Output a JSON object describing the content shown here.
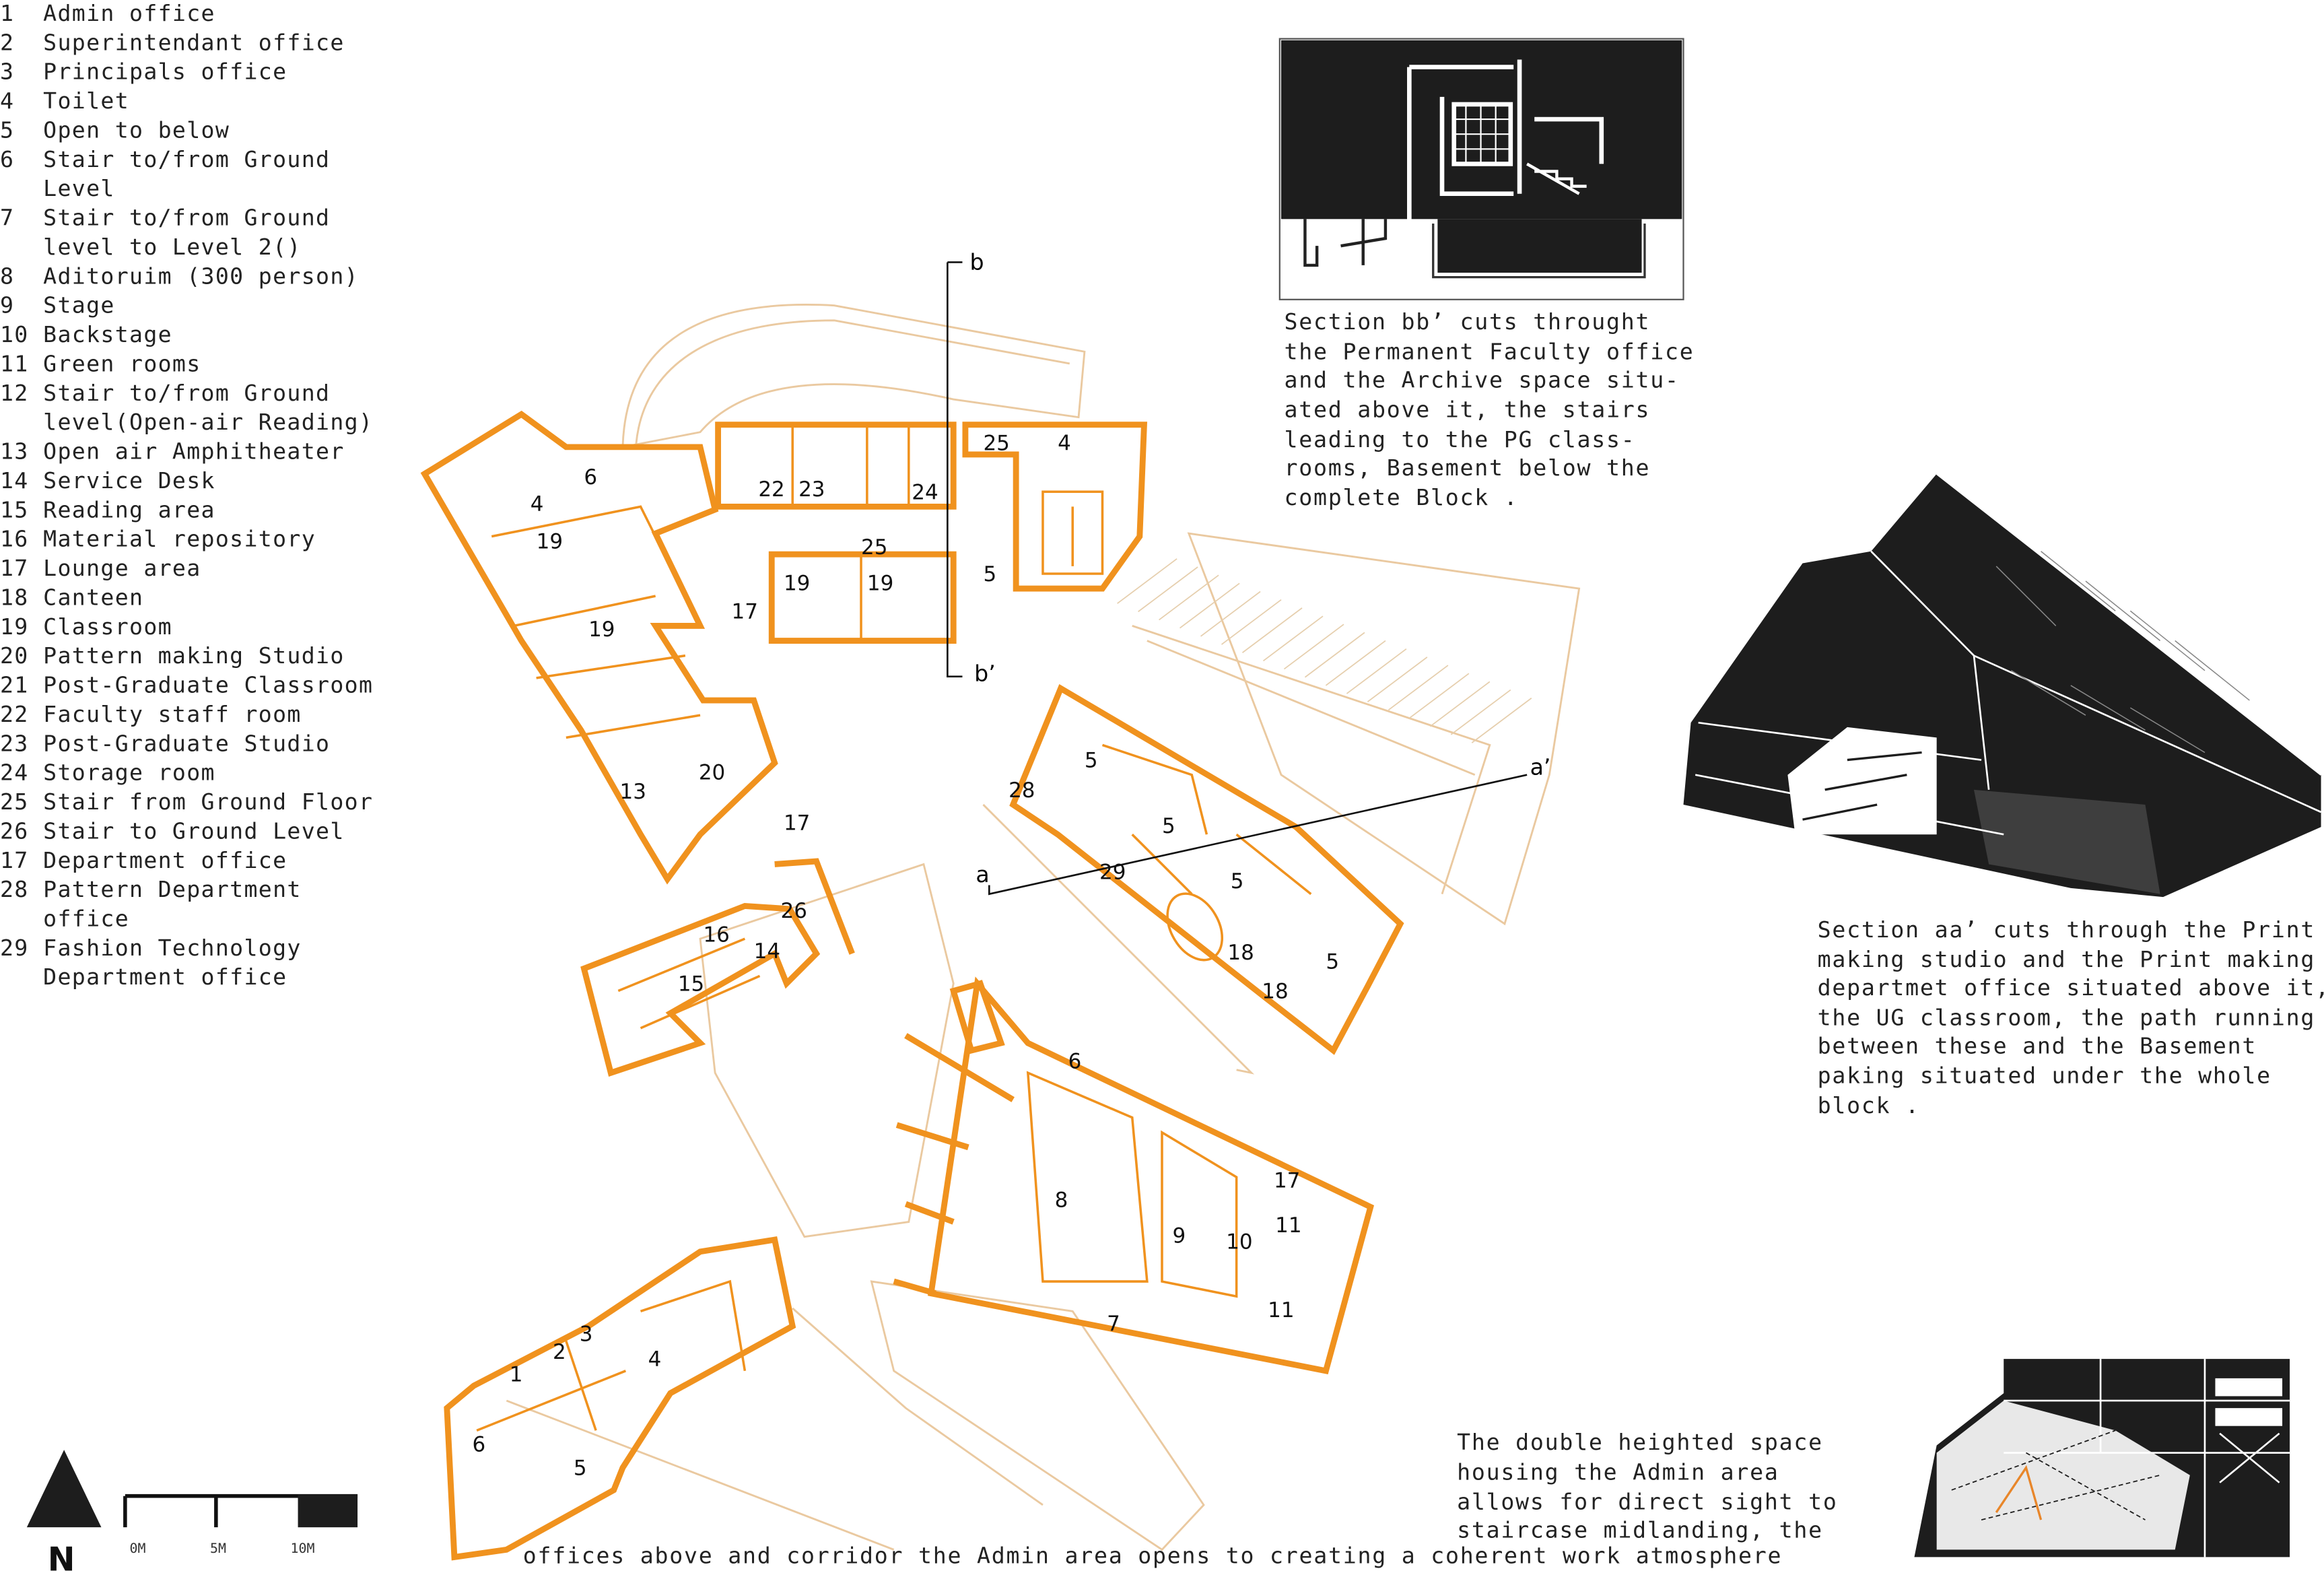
{
  "legend": [
    {
      "num": "1",
      "label": "Admin office"
    },
    {
      "num": "2",
      "label": "Superintendant office"
    },
    {
      "num": "3",
      "label": "Principals office"
    },
    {
      "num": "4",
      "label": "Toilet"
    },
    {
      "num": "5",
      "label": "Open to below"
    },
    {
      "num": "6",
      "label": "Stair to/from Ground",
      "cont": "Level"
    },
    {
      "num": "7",
      "label": "Stair to/from Ground",
      "cont": "level to Level 2()"
    },
    {
      "num": "8",
      "label": "Aditoruim (300 person)"
    },
    {
      "num": "9",
      "label": "Stage"
    },
    {
      "num": "10",
      "label": " Backstage"
    },
    {
      "num": "11",
      "label": "Green rooms"
    },
    {
      "num": "12",
      "label": "Stair to/from Ground",
      "cont": "level(Open-air Reading)"
    },
    {
      "num": "13",
      "label": "Open air Amphitheater"
    },
    {
      "num": "14",
      "label": "Service Desk"
    },
    {
      "num": "15",
      "label": "Reading area"
    },
    {
      "num": "16",
      "label": "Material repository"
    },
    {
      "num": "17",
      "label": "Lounge area"
    },
    {
      "num": "18",
      "label": "Canteen"
    },
    {
      "num": "19",
      "label": "Classroom"
    },
    {
      "num": "20",
      "label": "Pattern making Studio"
    },
    {
      "num": "21",
      "label": "Post-Graduate Classroom"
    },
    {
      "num": "22",
      "label": "Faculty staff room"
    },
    {
      "num": "23",
      "label": "Post-Graduate Studio"
    },
    {
      "num": "24",
      "label": "Storage room"
    },
    {
      "num": "25",
      "label": "Stair from Ground Floor"
    },
    {
      "num": "26",
      "label": "Stair to Ground Level"
    },
    {
      "num": "17",
      "label": "Department office"
    },
    {
      "num": "28",
      "label": "Pattern Department",
      "cont": "office"
    },
    {
      "num": "29",
      "label": "Fashion Technology",
      "cont": "Department office"
    }
  ],
  "captions": {
    "section_bb": [
      "Section  bb’  cuts  throught",
      "the Permanent Faculty office",
      "and  the  Archive  space  situ-",
      "ated  above  it,  the  stairs",
      "leading   to   the   PG  class-",
      "rooms,   Basement   below   the",
      "complete  Block                ."
    ],
    "section_aa": [
      "Section aa’ cuts through the Print",
      "making studio and the Print making",
      "departmet office situated above it,",
      "the  UG  classroom,  the  path  running",
      "between    these    and    the    Basement",
      "paking    situated    under    the    whole",
      "block                                            ."
    ],
    "admin": [
      "The double heighted space",
      "housing the Admin area",
      "allows for direct sight to",
      "staircase midlanding, the"
    ],
    "admin_last": "offices above and corridor the Admin area opens to creating a coherent work atmosphere"
  },
  "section_marks": {
    "b": "b",
    "b_prime": "b’",
    "a": "a",
    "a_prime": "a’"
  },
  "room_numbers": {
    "n1": "1",
    "n2": "2",
    "n3": "3",
    "n4a": "4",
    "n4b": "4",
    "n4c": "4",
    "n5a": "5",
    "n5b": "5",
    "n5c": "5",
    "n5d": "5",
    "n5e": "5",
    "n5f": "5",
    "n6a": "6",
    "n6b": "6",
    "n6c": "6",
    "n7": "7",
    "n8": "8",
    "n9": "9",
    "n10": "10",
    "n11a": "11",
    "n11b": "11",
    "n13": "13",
    "n14": "14",
    "n15": "15",
    "n16": "16",
    "n17a": "17",
    "n17b": "17",
    "n17c": "17",
    "n18a": "18",
    "n18b": "18",
    "n19a": "19",
    "n19b": "19",
    "n19c": "19",
    "n19d": "19",
    "n20": "20",
    "n22": "22",
    "n23": "23",
    "n24": "24",
    "n25a": "25",
    "n25b": "25",
    "n26": "26",
    "n28": "28",
    "n29": "29"
  },
  "north": {
    "label": "N"
  },
  "scale": {
    "ticks": [
      "0M",
      "5M",
      "10M"
    ]
  }
}
